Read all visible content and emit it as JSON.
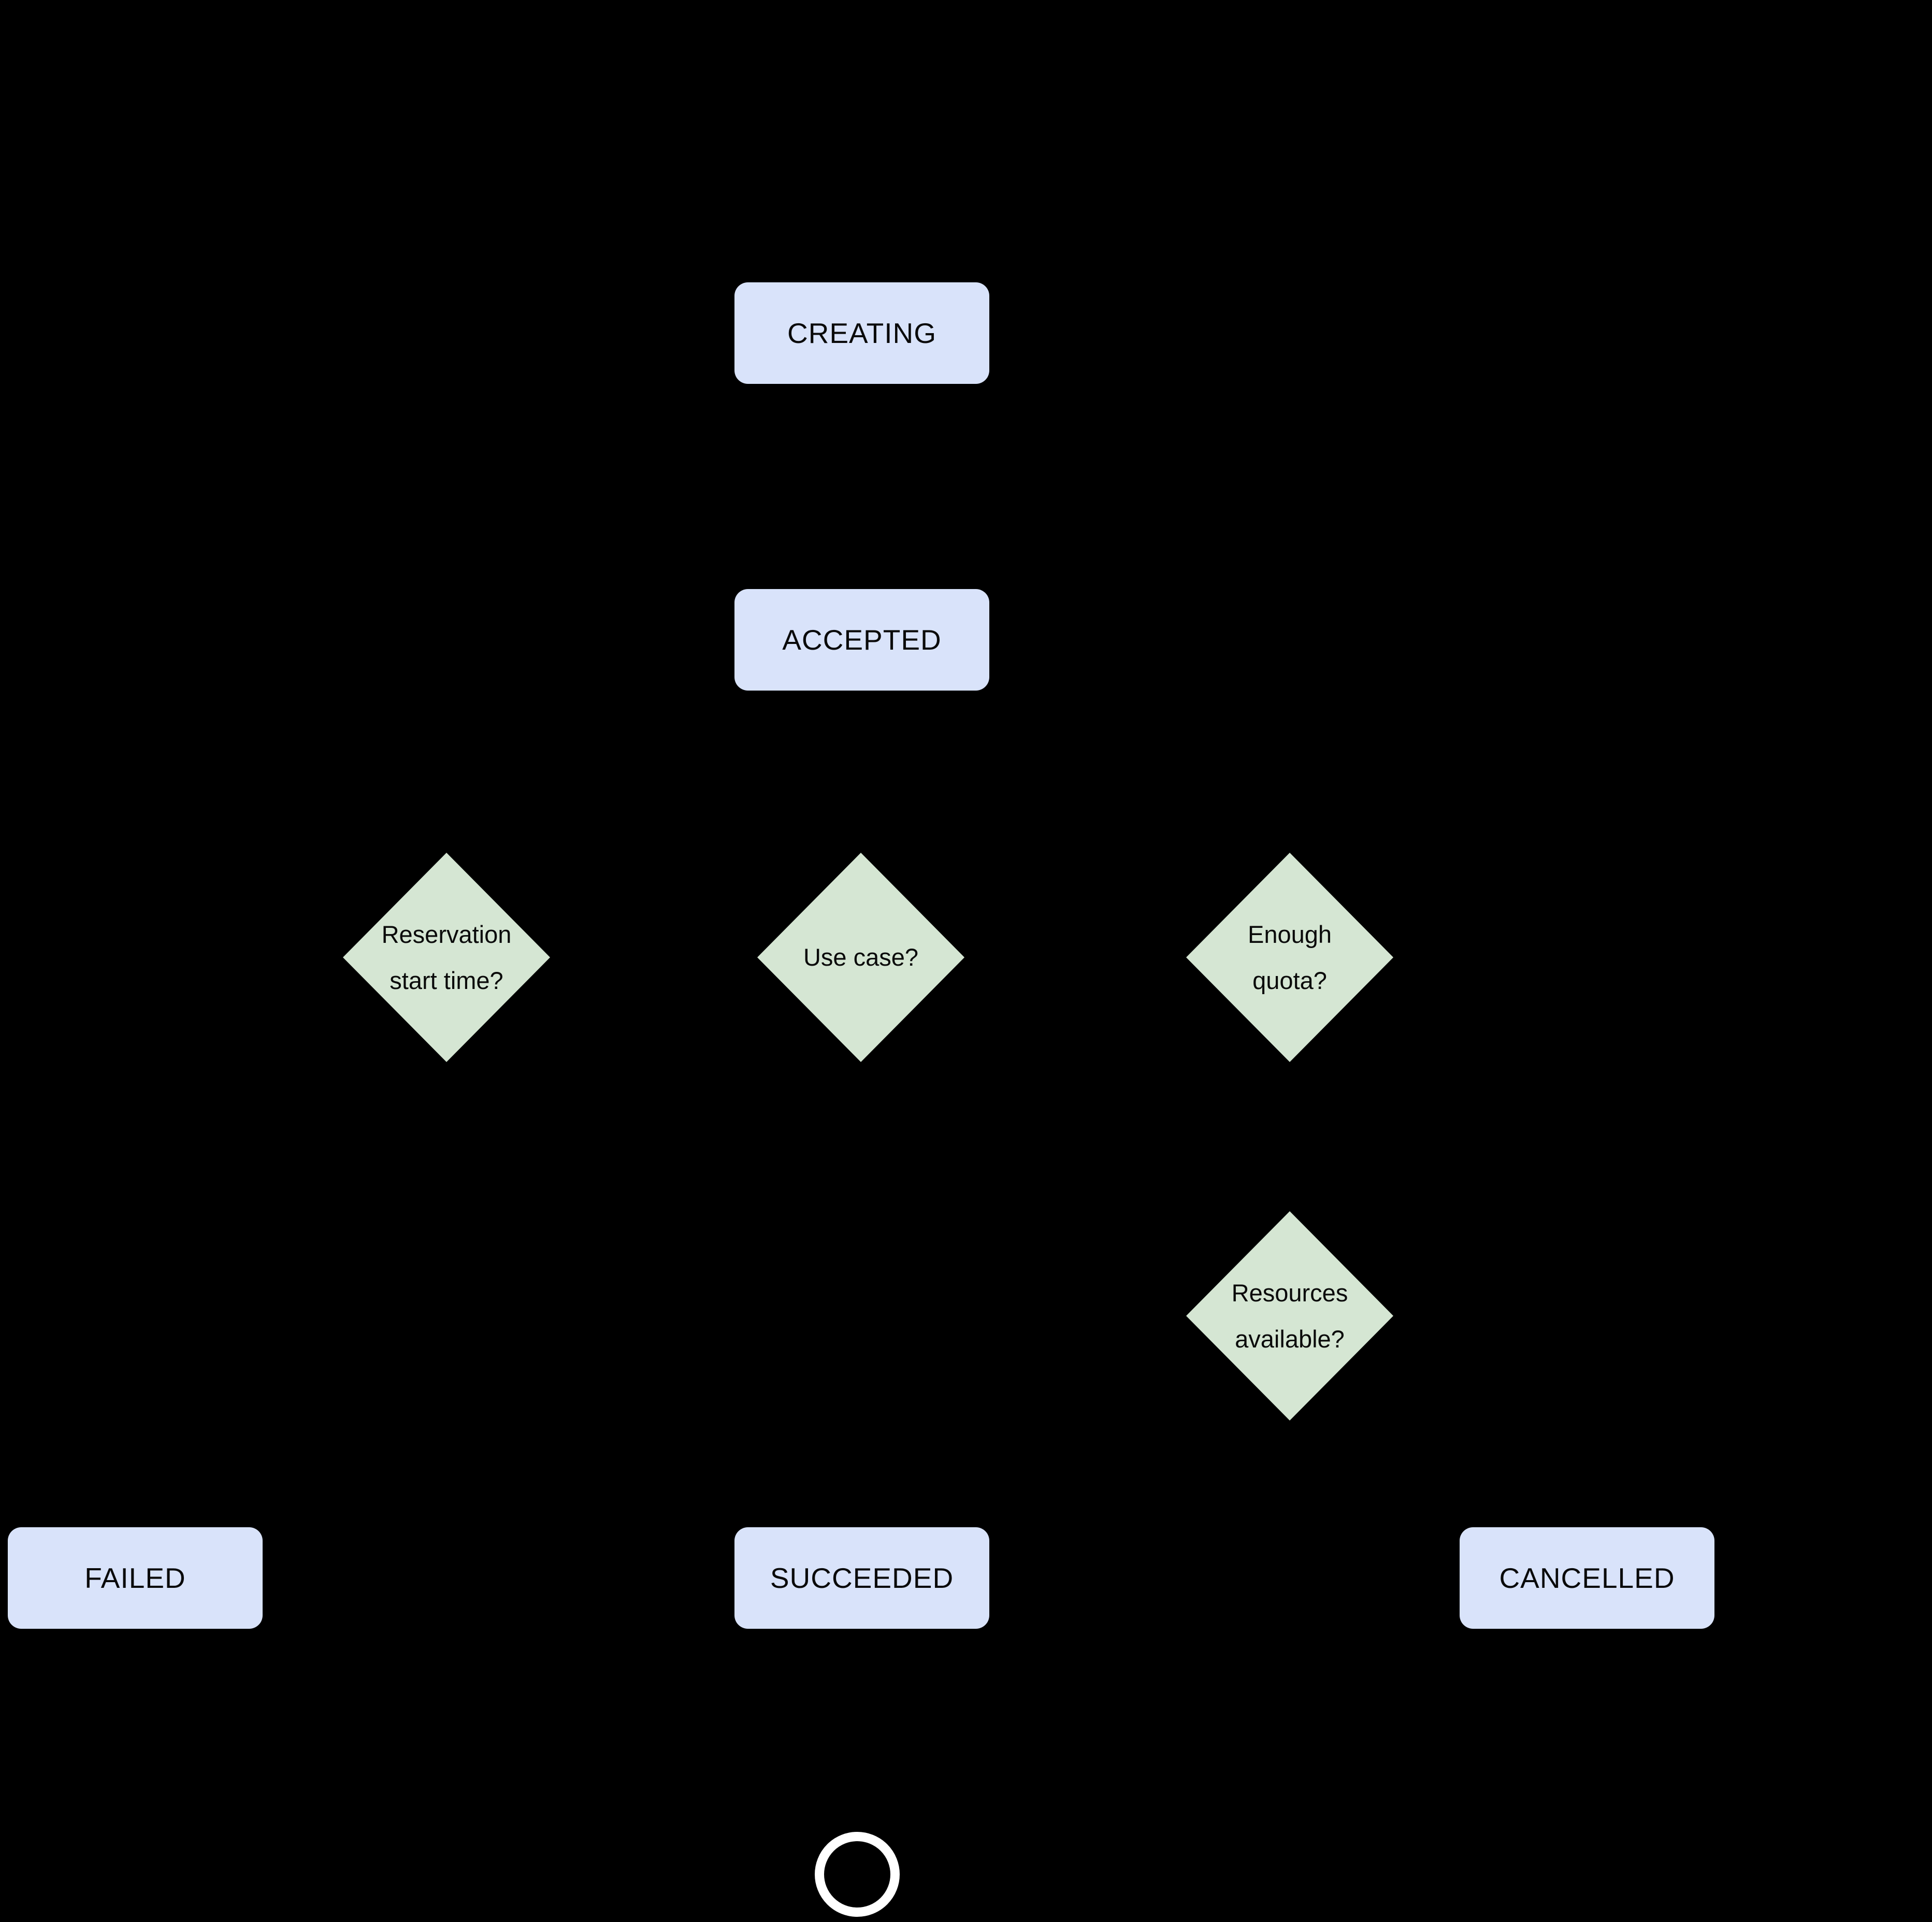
{
  "diagram": {
    "background_color": "#000000",
    "colors": {
      "state_fill": "#d9e3fa",
      "decision_fill": "#d5e6d3",
      "text": "#0a0a0a",
      "end_ring": "#ffffff"
    },
    "states": {
      "creating": "CREATING",
      "accepted": "ACCEPTED",
      "failed": "FAILED",
      "succeeded": "SUCCEEDED",
      "cancelled": "CANCELLED"
    },
    "decisions": {
      "reservation_start_time": {
        "line1": "Reservation",
        "line2": "start time?"
      },
      "use_case": {
        "line1": "Use case?",
        "line2": ""
      },
      "enough_quota": {
        "line1": "Enough",
        "line2": "quota?"
      },
      "resources_available": {
        "line1": "Resources",
        "line2": "available?"
      }
    },
    "end_node": "final-state-ring"
  }
}
